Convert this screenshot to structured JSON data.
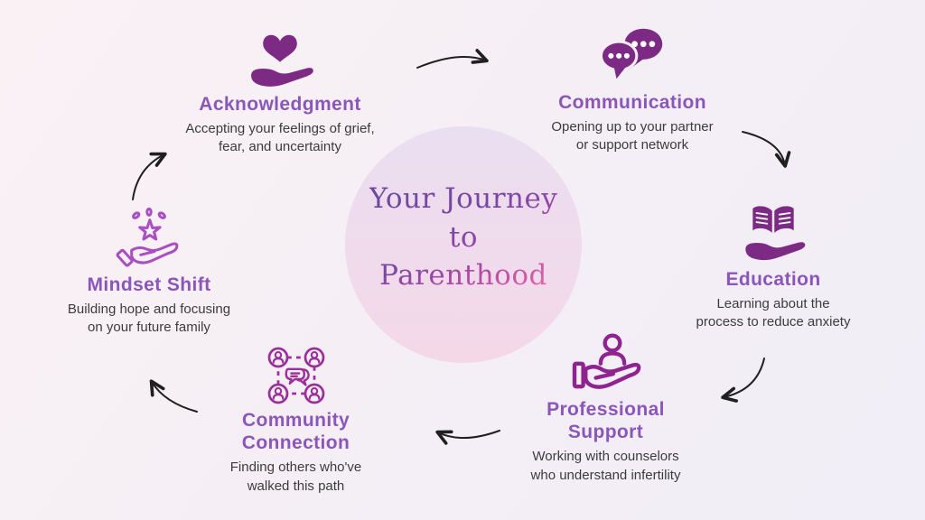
{
  "center": {
    "title": "Your Journey\nto\nParenthood"
  },
  "stages": [
    {
      "name": "Acknowledgment",
      "icon": "heart-in-hand-icon",
      "title": "Acknowledgment",
      "description": "Accepting your feelings of grief,\nfear, and uncertainty"
    },
    {
      "name": "Communication",
      "icon": "chat-bubbles-icon",
      "title": "Communication",
      "description": "Opening up to your partner\nor support network"
    },
    {
      "name": "Education",
      "icon": "book-in-hand-icon",
      "title": "Education",
      "description": "Learning about the\nprocess to reduce anxiety"
    },
    {
      "name": "Professional Support",
      "icon": "person-in-hand-icon",
      "title": "Professional\nSupport",
      "description": "Working with counselors\nwho understand infertility"
    },
    {
      "name": "Community Connection",
      "icon": "community-group-icon",
      "title": "Community\nConnection",
      "description": "Finding others who've\nwalked this path"
    },
    {
      "name": "Mindset Shift",
      "icon": "star-in-hand-icon",
      "title": "Mindset Shift",
      "description": "Building hope and focusing\non your future family"
    }
  ],
  "flow": {
    "direction": "clockwise",
    "arrow_count": 6,
    "arrow_color": "#1f1f1f"
  },
  "colors": {
    "background_start": "#faf1f5",
    "background_end": "#f1eef7",
    "center_circle_top": "#eadef1",
    "center_circle_bottom": "#f4d8e8",
    "center_title_purple": "#71489f",
    "center_title_pink": "#ee74ac",
    "stage_title": "#8b56ba",
    "stage_description": "#3c3c3c",
    "icon_solid_purple": "#7d2a85",
    "icon_outline_dark": "#8f2490",
    "icon_outline_magenta": "#9b2f9b",
    "icon_outline_light": "#a94fc1"
  }
}
